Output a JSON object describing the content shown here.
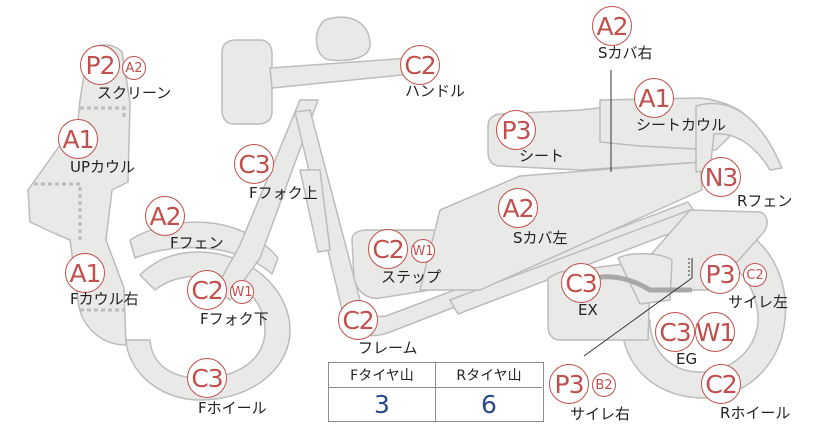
{
  "colors": {
    "part_fill": "#e9e9e7",
    "part_stroke": "#bcbcba",
    "badge": "#c0504d",
    "value_text": "#2a4a8a",
    "exhaust": "#a8a8a6"
  },
  "badges": {
    "screen_main": "P2",
    "screen_sub": "A2",
    "up_cowl": "A1",
    "f_cowl_right": "A1",
    "f_fender": "A2",
    "f_fork_upper": "C3",
    "f_fork_lower_main": "C2",
    "f_fork_lower_sub": "W1",
    "f_wheel": "C3",
    "handle": "C2",
    "step_main": "C2",
    "step_sub": "W1",
    "frame": "C2",
    "s_cover_right": "A2",
    "seat": "P3",
    "seat_cowl": "A1",
    "s_cover_left": "A2",
    "r_fender": "N3",
    "ex": "C3",
    "muffler_left_main": "P3",
    "muffler_left_sub": "C2",
    "eg_main": "C3",
    "eg_sub": "W1",
    "r_wheel": "C2",
    "muffler_right_main": "P3",
    "muffler_right_sub": "B2"
  },
  "labels": {
    "screen": "スクリーン",
    "up_cowl": "UPカウル",
    "f_cowl_right": "Fカウル右",
    "f_fender": "Fフェン",
    "f_fork_upper": "Fフォク上",
    "f_fork_lower": "Fフォク下",
    "f_wheel": "Fホイール",
    "handle": "ハンドル",
    "step": "ステップ",
    "frame": "フレーム",
    "s_cover_right": "Sカバ右",
    "seat": "シート",
    "seat_cowl": "シートカウル",
    "s_cover_left": "Sカバ左",
    "r_fender": "Rフェン",
    "ex": "EX",
    "muffler_left": "サイレ左",
    "eg": "EG",
    "r_wheel": "Rホイール",
    "muffler_right": "サイレ右"
  },
  "tire_table": {
    "front_header": "Fタイヤ山",
    "rear_header": "Rタイヤ山",
    "front_value": "3",
    "rear_value": "6"
  }
}
